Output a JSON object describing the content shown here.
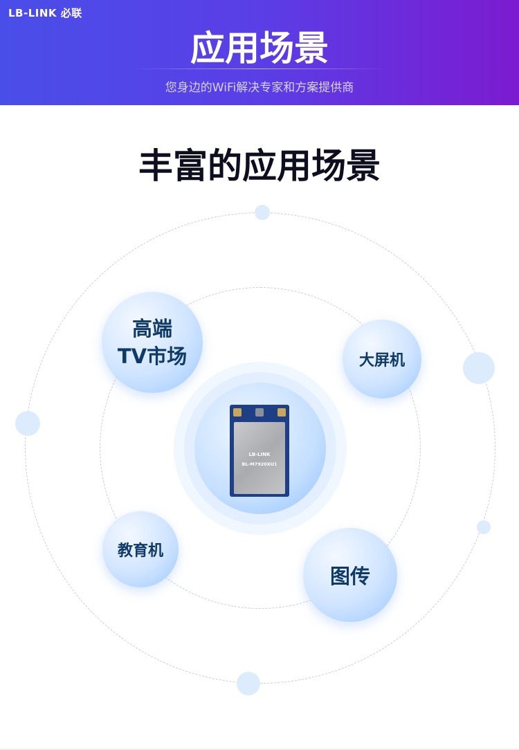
{
  "header": {
    "logo": "LB-LINK 必联",
    "title": "应用场景",
    "subtitle": "您身边的WiFi解决专家和方案提供商"
  },
  "main": {
    "title": "丰富的应用场景"
  },
  "scenarios": [
    {
      "line1": "高端",
      "line2": "TV市场"
    },
    {
      "line1": "大屏机"
    },
    {
      "line1": "教育机"
    },
    {
      "line1": "图传"
    }
  ],
  "module": {
    "brand": "LB-LINK",
    "part_number": "BL-M7920XU1"
  }
}
